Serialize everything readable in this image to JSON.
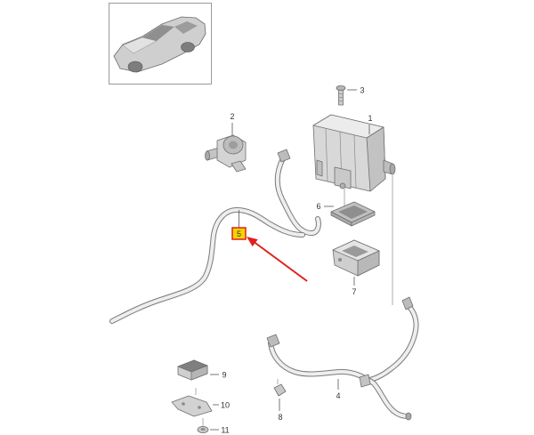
{
  "labels": {
    "part_1": "1",
    "part_2": "2",
    "part_3": "3",
    "part_4": "4",
    "part_5": "5",
    "part_6": "6",
    "part_7": "7",
    "part_8": "8",
    "part_9": "9",
    "part_10": "10",
    "part_11": "11"
  },
  "colors": {
    "highlight_fill": "#f5d400",
    "highlight_border": "#e0201b",
    "arrow": "#e0201b",
    "part_fill": "#d6d6d6",
    "part_stroke": "#6f6f6f"
  }
}
